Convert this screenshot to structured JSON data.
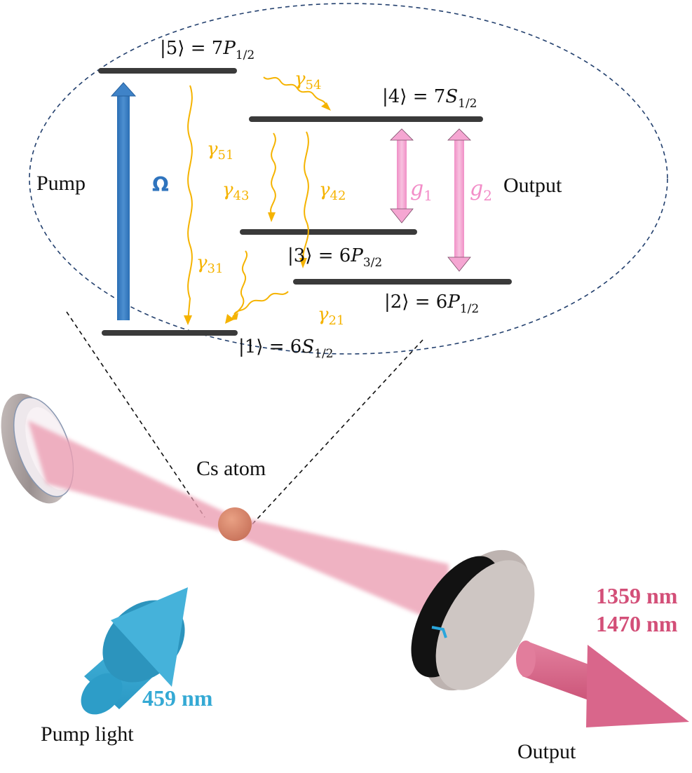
{
  "diagram": {
    "energy_levels": [
      {
        "id": 5,
        "ket": "|5⟩",
        "eq": " = 7",
        "orbital": "P",
        "sub": "1/2"
      },
      {
        "id": 4,
        "ket": "|4⟩",
        "eq": " = 7",
        "orbital": "S",
        "sub": "1/2"
      },
      {
        "id": 3,
        "ket": "|3⟩",
        "eq": " = 6",
        "orbital": "P",
        "sub": "3/2"
      },
      {
        "id": 2,
        "ket": "|2⟩",
        "eq": " = 6",
        "orbital": "P",
        "sub": "1/2"
      },
      {
        "id": 1,
        "ket": "|1⟩",
        "eq": " = 6",
        "orbital": "S",
        "sub": "1/2"
      }
    ],
    "decay_rates": [
      {
        "symbol": "γ",
        "sub": "54",
        "from": 5,
        "to": 4
      },
      {
        "symbol": "γ",
        "sub": "51",
        "from": 5,
        "to": 1
      },
      {
        "symbol": "γ",
        "sub": "43",
        "from": 4,
        "to": 3
      },
      {
        "symbol": "γ",
        "sub": "42",
        "from": 4,
        "to": 2
      },
      {
        "symbol": "γ",
        "sub": "31",
        "from": 3,
        "to": 1
      },
      {
        "symbol": "γ",
        "sub": "21",
        "from": 2,
        "to": 1
      }
    ],
    "couplings": [
      {
        "symbol": "g",
        "sub": "1",
        "between": [
          4,
          3
        ]
      },
      {
        "symbol": "g",
        "sub": "2",
        "between": [
          4,
          2
        ]
      }
    ],
    "pump_rabi": "Ω",
    "pump_label": "Pump",
    "output_label_inset": "Output",
    "atom_label": "Cs atom",
    "pump_light_label": "Pump light",
    "pump_wavelength": "459 nm",
    "output_wavelengths": [
      "1359 nm",
      "1470 nm"
    ],
    "output_label": "Output",
    "colors": {
      "level": "#3a3a3a",
      "decay": "#f5b300",
      "pump": "#2f74be",
      "coupling": "#f5a6d2",
      "beam": "#ec9fb3",
      "atom": "#d9846a",
      "pump_light": "#3aaed6",
      "output_light": "#d95f85",
      "ellipse": "#23406e"
    }
  }
}
